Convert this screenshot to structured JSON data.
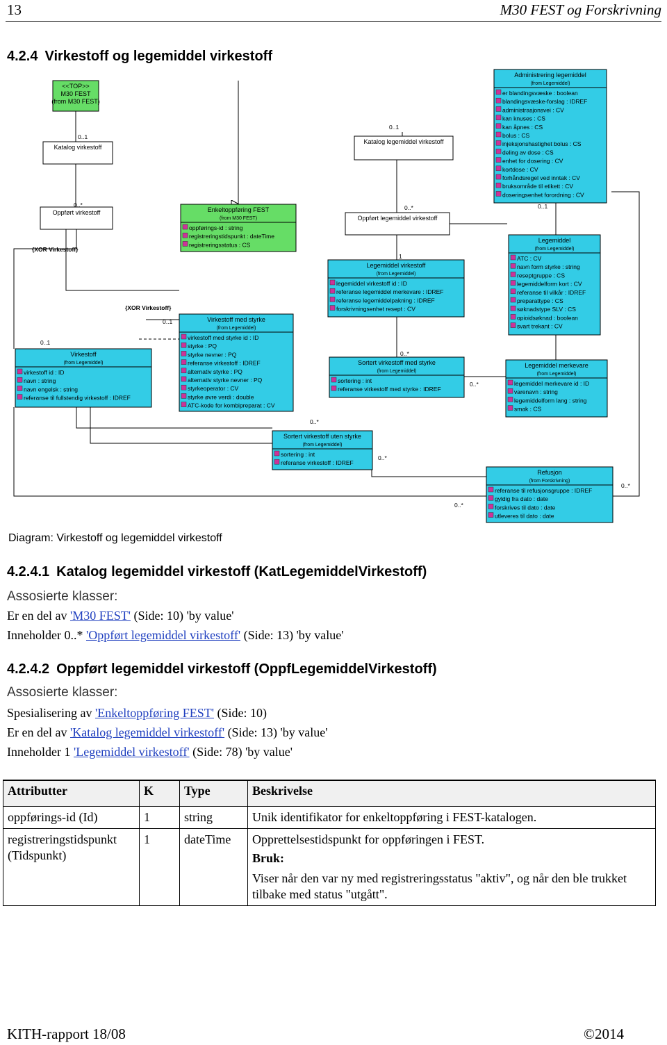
{
  "header": {
    "page_number": "13",
    "doc_title": "M30 FEST og Forskrivning"
  },
  "section_heading": {
    "number": "4.2.4",
    "title": "Virkestoff og legemiddel virkestoff"
  },
  "diagram": {
    "caption": "Diagram: Virkestoff og legemiddel virkestoff",
    "boxes": {
      "top": {
        "title": "<<TOP>>\nM30 FEST\n(from M30 FEST)"
      },
      "katalog_virkestoff": {
        "title": "Katalog virkestoff"
      },
      "katalog_legemiddel_virkestoff": {
        "title": "Katalog legemiddel virkestoff"
      },
      "oppfort_virkestoff": {
        "title": "Oppført virkestoff"
      },
      "oppfort_legemiddel_virkestoff": {
        "title": "Oppført legemiddel virkestoff"
      },
      "enkeltoppforing": {
        "title": "Enkeltoppføring FEST",
        "from": "(from M30 FEST)",
        "attrs": [
          "oppførings-id : string",
          "registreringstidspunkt : dateTime",
          "registreringsstatus : CS"
        ]
      },
      "administrering": {
        "title": "Administrering legemiddel",
        "from": "(from Legemiddel)",
        "attrs": [
          "er blandingsvæske : boolean",
          "blandingsvæske-forslag : IDREF",
          "administrasjonsvei : CV",
          "kan knuses : CS",
          "kan åpnes : CS",
          "bolus : CS",
          "injeksjonshastighet bolus : CS",
          "deling av dose : CS",
          "enhet for dosering : CV",
          "kortdose : CV",
          "forhåndsregel ved inntak : CV",
          "bruksområde til etikett : CV",
          "doseringsenhet forordning : CV"
        ]
      },
      "legemiddel_virkestoff": {
        "title": "Legemiddel virkestoff",
        "from": "(from Legemiddel)",
        "attrs": [
          "legemiddel virkestoff id : ID",
          "referanse legemiddel merkevare : IDREF",
          "referanse legemiddelpakning : IDREF",
          "forskrivningsenhet resept : CV"
        ]
      },
      "legemiddel": {
        "title": "Legemiddel",
        "from": "(from Legemiddel)",
        "attrs": [
          "ATC : CV",
          "navn form styrke : string",
          "reseptgruppe : CS",
          "legemiddelform kort : CV",
          "referanse til vilkår : IDREF",
          "preparattype : CS",
          "søknadstype SLV : CS",
          "opioidsøknad : boolean",
          "svart trekant : CV"
        ]
      },
      "virkestoff_med_styrke": {
        "title": "Virkestoff med styrke",
        "from": "(from Legemiddel)",
        "attrs": [
          "virkestoff med styrke id : ID",
          "styrke : PQ",
          "styrke nevner : PQ",
          "referanse virkestoff : IDREF",
          "alternativ styrke : PQ",
          "alternativ styrke nevner : PQ",
          "styrkeoperator : CV",
          "styrke øvre verdi : double",
          "ATC-kode for kombipreparat : CV"
        ]
      },
      "virkestoff": {
        "title": "Virkestoff",
        "from": "(from Legemiddel)",
        "attrs": [
          "virkestoff id : ID",
          "navn : string",
          "navn engelsk : string",
          "referanse til fullstendig virkestoff : IDREF"
        ]
      },
      "sortert_med_styrke": {
        "title": "Sortert virkestoff med styrke",
        "from": "(from Legemiddel)",
        "attrs": [
          "sortering : int",
          "referanse virkestoff med styrke : IDREF"
        ]
      },
      "legemiddel_merkevare": {
        "title": "Legemiddel merkevare",
        "from": "(from Legemiddel)",
        "attrs": [
          "legemiddel merkevare id : ID",
          "varenavn : string",
          "legemiddelform lang : string",
          "smak : CS"
        ]
      },
      "sortert_uten_styrke": {
        "title": "Sortert virkestoff uten styrke",
        "from": "(from Legemiddel)",
        "attrs": [
          "sortering : int",
          "referanse virkestoff : IDREF"
        ]
      },
      "refusjon": {
        "title": "Refusjon",
        "from": "(from Forskrivning)",
        "attrs": [
          "referanse til refusjonsgruppe : IDREF",
          "gyldig fra dato : date",
          "forskrives til dato : date",
          "utleveres til dato : date"
        ]
      }
    },
    "labels": {
      "m01": "0..1",
      "m0n": "0..*",
      "m1": "1",
      "xor": "{XOR Virkestoff}"
    }
  },
  "sec1": {
    "number": "4.2.4.1",
    "title": "Katalog legemiddel virkestoff (KatLegemiddelVirkestoff)",
    "assoc_label": "Assosierte klasser:",
    "l1_pre": "Er en del av",
    "l1_link": "'M30 FEST'",
    "l1_post": "(Side: 10) 'by value'",
    "l2_pre": "Inneholder 0..*",
    "l2_link": "'Oppført legemiddel virkestoff'",
    "l2_post": "(Side: 13) 'by value'"
  },
  "sec2": {
    "number": "4.2.4.2",
    "title": "Oppført legemiddel virkestoff (OppfLegemiddelVirkestoff)",
    "assoc_label": "Assosierte klasser:",
    "l1_pre": "Spesialisering av",
    "l1_link": "'Enkeltoppføring FEST'",
    "l1_post": "(Side: 10)",
    "l2_pre": "Er en del av",
    "l2_link": "'Katalog legemiddel virkestoff'",
    "l2_post": "(Side: 13) 'by value'",
    "l3_pre": "Inneholder 1",
    "l3_link": "'Legemiddel virkestoff'",
    "l3_post": "(Side: 78) 'by value'"
  },
  "table": {
    "headers": [
      "Attributter",
      "K",
      "Type",
      "Beskrivelse"
    ],
    "rows": [
      {
        "attr": "oppførings-id (Id)",
        "k": "1",
        "type": "string",
        "desc": "Unik identifikator for enkeltoppføring i FEST-katalogen."
      },
      {
        "attr": "registreringstidspunkt (Tidspunkt)",
        "k": "1",
        "type": "dateTime",
        "desc": "Opprettelsestidspunkt for oppføringen i FEST.",
        "bruk_label": "Bruk:",
        "bruk_text": "Viser når den var ny med registreringsstatus \"aktiv\", og når den ble trukket tilbake med status \"utgått\"."
      }
    ]
  },
  "footer": {
    "left": "KITH-rapport 18/08",
    "right": "©2014"
  }
}
